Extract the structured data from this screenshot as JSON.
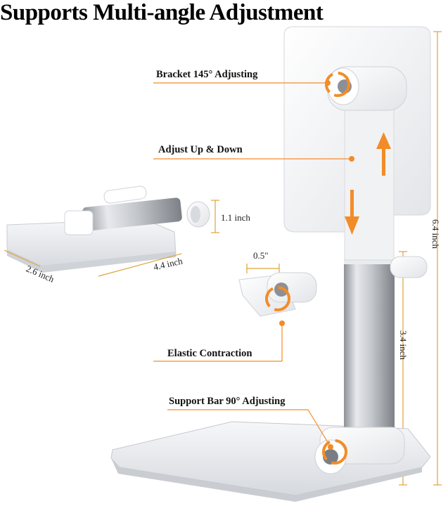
{
  "title": "Supports Multi-angle Adjustment",
  "callouts": {
    "bracket": "Bracket 145° Adjusting",
    "adjust": "Adjust Up & Down",
    "elastic": "Elastic Contraction",
    "support": "Support Bar 90° Adjusting"
  },
  "dimensions": {
    "folded_height": "1.1 inch",
    "width": "2.6 inch",
    "length": "4.4 inch",
    "lip": "0.5\"",
    "total_height": "6.4 inch",
    "bar_height": "3.4 inch"
  },
  "colors": {
    "accent": "#f28c28",
    "body": "#f4f5f7",
    "metal": "#c9ccd1",
    "text": "#111111"
  }
}
